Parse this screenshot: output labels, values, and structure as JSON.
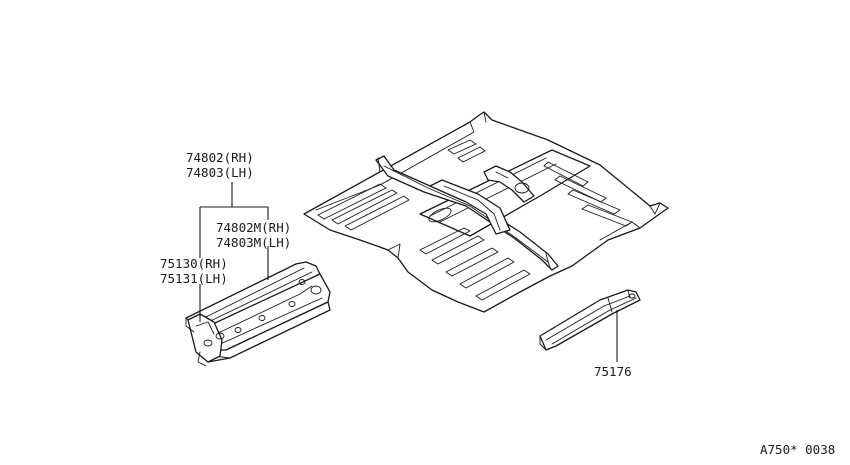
{
  "labels": {
    "rail_upper_rh": "74802(RH)",
    "rail_upper_lh": "74803(LH)",
    "rail_mid_rh": "74802M(RH)",
    "rail_mid_lh": "74803M(LH)",
    "rail_side_rh": "75130(RH)",
    "rail_side_lh": "75131(LH)",
    "crossmember": "75176",
    "figure_code": "A750* 0038"
  }
}
